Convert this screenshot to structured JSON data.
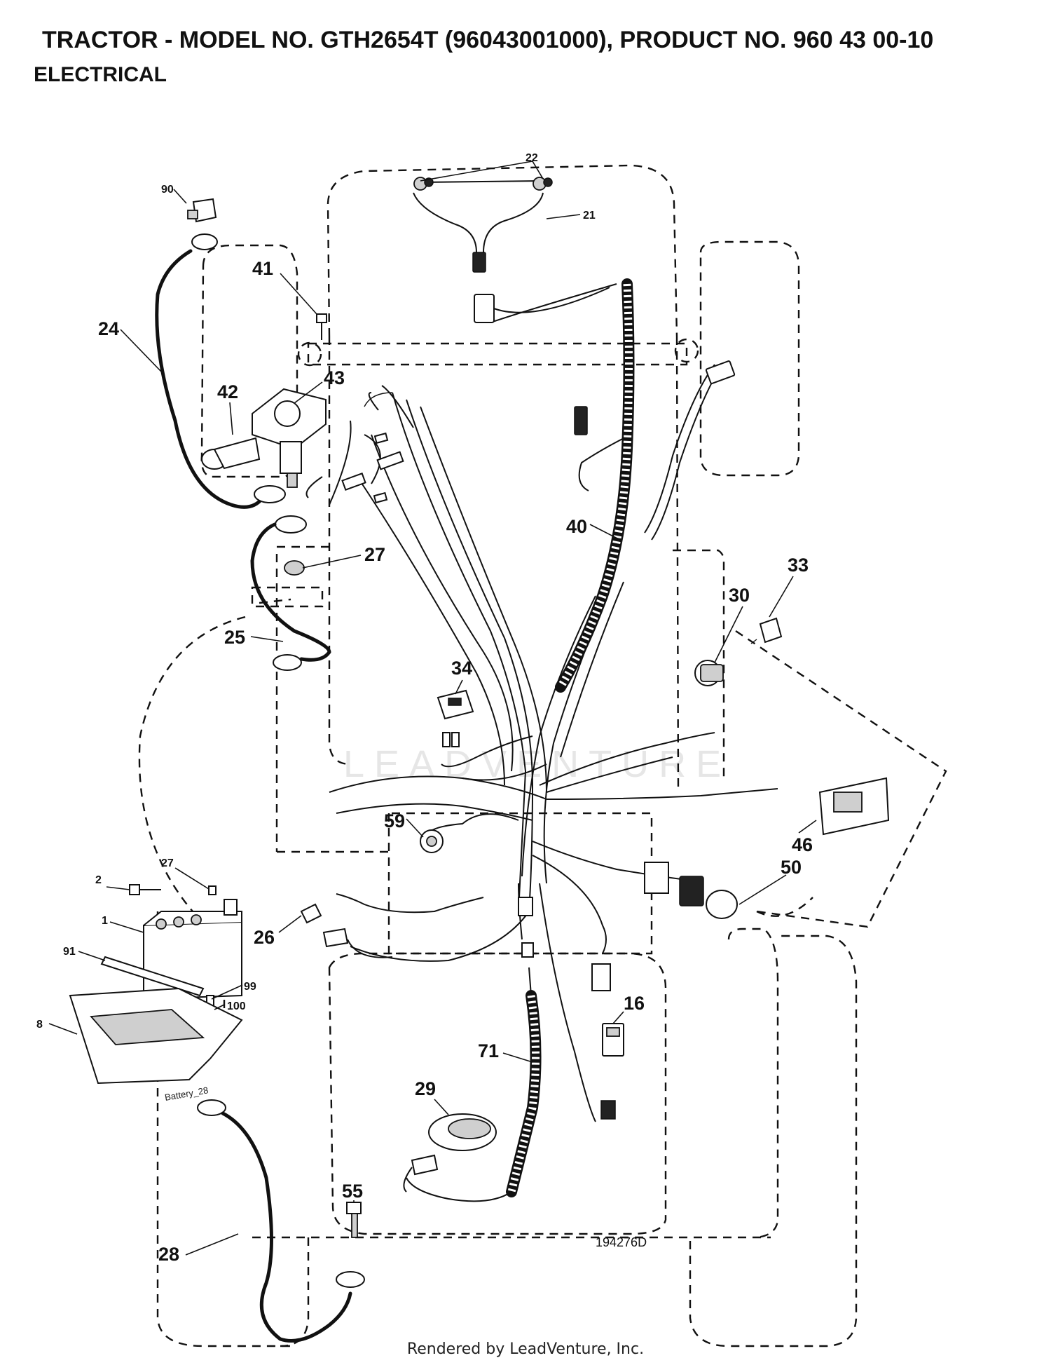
{
  "header": {
    "title": "TRACTOR - MODEL NO. GTH2654T (96043001000), PRODUCT NO. 960 43 00-10",
    "subtitle": "ELECTRICAL"
  },
  "diagram": {
    "drawing_number": "194276D",
    "watermark": "LEADVENTURE",
    "battery_label": "Battery_28",
    "callouts": [
      {
        "id": "c90",
        "text": "90"
      },
      {
        "id": "c22",
        "text": "22"
      },
      {
        "id": "c21",
        "text": "21"
      },
      {
        "id": "c41",
        "text": "41"
      },
      {
        "id": "c24",
        "text": "24"
      },
      {
        "id": "c43",
        "text": "43"
      },
      {
        "id": "c42",
        "text": "42"
      },
      {
        "id": "c40",
        "text": "40"
      },
      {
        "id": "c27a",
        "text": "27"
      },
      {
        "id": "c33",
        "text": "33"
      },
      {
        "id": "c30",
        "text": "30"
      },
      {
        "id": "c25",
        "text": "25"
      },
      {
        "id": "c34",
        "text": "34"
      },
      {
        "id": "c59",
        "text": "59"
      },
      {
        "id": "c46",
        "text": "46"
      },
      {
        "id": "c2",
        "text": "2"
      },
      {
        "id": "c27b",
        "text": "27"
      },
      {
        "id": "c50",
        "text": "50"
      },
      {
        "id": "c1",
        "text": "1"
      },
      {
        "id": "c26",
        "text": "26"
      },
      {
        "id": "c91",
        "text": "91"
      },
      {
        "id": "c99",
        "text": "99"
      },
      {
        "id": "c100",
        "text": "100"
      },
      {
        "id": "c16",
        "text": "16"
      },
      {
        "id": "c8",
        "text": "8"
      },
      {
        "id": "c71",
        "text": "71"
      },
      {
        "id": "c29",
        "text": "29"
      },
      {
        "id": "c55",
        "text": "55"
      },
      {
        "id": "c28",
        "text": "28"
      }
    ]
  },
  "footer": {
    "text": "Rendered by LeadVenture, Inc."
  }
}
